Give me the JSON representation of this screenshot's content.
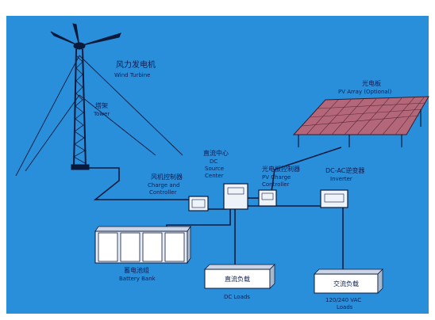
{
  "diagram": {
    "colors": {
      "background": "#2a8fdb",
      "line": "#0b1a3a",
      "label": "#0b1f55",
      "panel": "#b5677a",
      "box_fill": "#eef3fa"
    },
    "components": {
      "wind_turbine": {
        "cn": "风力发电机",
        "en": "Wind Turbine"
      },
      "tower": {
        "cn": "塔架",
        "en": "Tower"
      },
      "dc_center": {
        "cn": "直流中心",
        "en1": "DC",
        "en2": "Source",
        "en3": "Center"
      },
      "wind_controller": {
        "cn": "风机控制器",
        "en1": "Charge and",
        "en2": "Controller"
      },
      "pv_array": {
        "cn": "光电板",
        "en": "PV Array (Optional)"
      },
      "pv_controller": {
        "cn": "光电板控制器",
        "en1": "PV Charge",
        "en2": "Controller"
      },
      "inverter": {
        "cn": "DC-AC逆变器",
        "en": "Inverter"
      },
      "battery": {
        "cn": "蓄电池组",
        "en": "Battery Bank"
      },
      "dc_loads": {
        "cn": "直流负载",
        "en": "DC Loads"
      },
      "ac_loads": {
        "cn": "交流负载",
        "en1": "120/240 VAC",
        "en2": "Loads"
      }
    }
  }
}
